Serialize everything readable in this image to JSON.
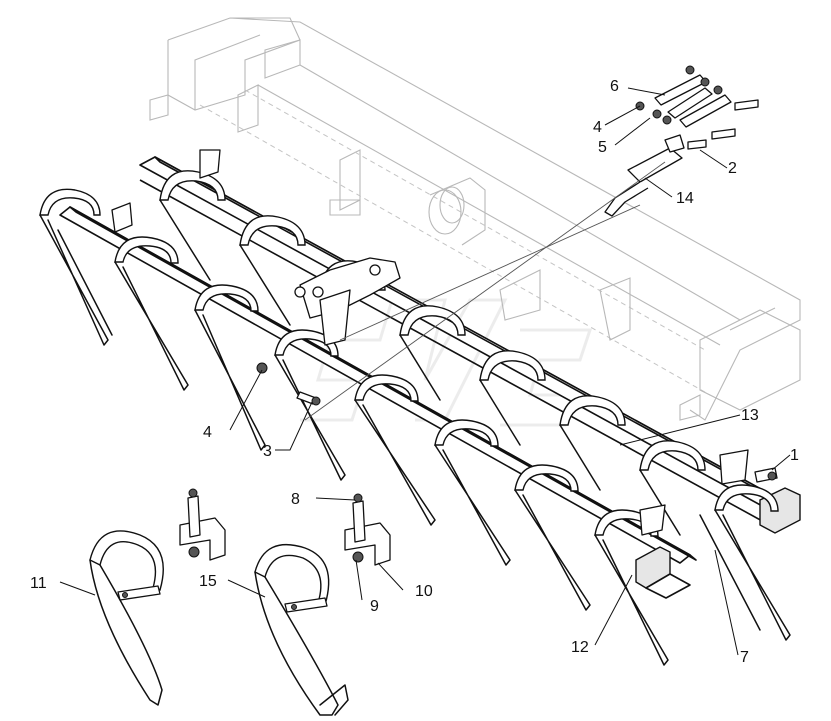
{
  "diagram": {
    "callouts": [
      {
        "id": "c1",
        "text": "1"
      },
      {
        "id": "c2",
        "text": "2"
      },
      {
        "id": "c3",
        "text": "3"
      },
      {
        "id": "c4a",
        "text": "4"
      },
      {
        "id": "c4b",
        "text": "4"
      },
      {
        "id": "c5",
        "text": "5"
      },
      {
        "id": "c6",
        "text": "6"
      },
      {
        "id": "c7",
        "text": "7"
      },
      {
        "id": "c8",
        "text": "8"
      },
      {
        "id": "c9",
        "text": "9"
      },
      {
        "id": "c10",
        "text": "10"
      },
      {
        "id": "c11",
        "text": "11"
      },
      {
        "id": "c12",
        "text": "12"
      },
      {
        "id": "c13",
        "text": "13"
      },
      {
        "id": "c14",
        "text": "14"
      },
      {
        "id": "c15",
        "text": "15"
      }
    ]
  }
}
